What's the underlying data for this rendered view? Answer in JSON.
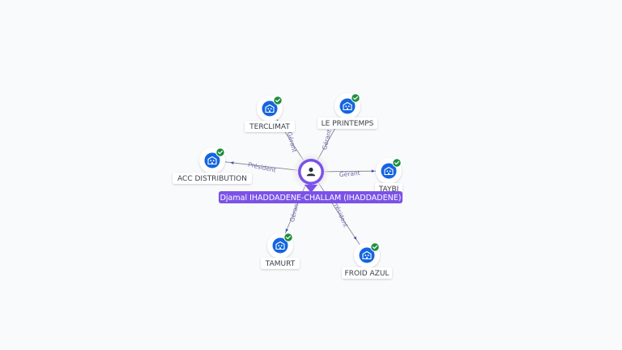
{
  "center": {
    "name": "Djamal IHADDADENE-CHALLAM (IHADDADENE)",
    "icon": "person-icon",
    "color": "#7b52e8"
  },
  "companies": [
    {
      "id": "terclimat",
      "name": "TERCLIMAT",
      "relation": "Gérant",
      "verified": true
    },
    {
      "id": "le-printemps",
      "name": "LE PRINTEMPS",
      "relation": "Gérant",
      "verified": true
    },
    {
      "id": "acc-distribution",
      "name": "ACC DISTRIBUTION",
      "relation": "Président",
      "verified": true
    },
    {
      "id": "taybi",
      "name": "TAYBI",
      "relation": "Gérant",
      "verified": true
    },
    {
      "id": "tamurt",
      "name": "TAMURT",
      "relation": "Gérant",
      "verified": true
    },
    {
      "id": "froid-azul",
      "name": "FROID AZUL",
      "relation": "Président",
      "verified": true
    }
  ],
  "colors": {
    "company_icon": "#1565e0",
    "verified_badge": "#1e8e3e",
    "edge": "#8a8a96",
    "edge_label": "#6c6aa8"
  },
  "icons": {
    "company": "building-icon",
    "verified": "check-badge-icon"
  }
}
